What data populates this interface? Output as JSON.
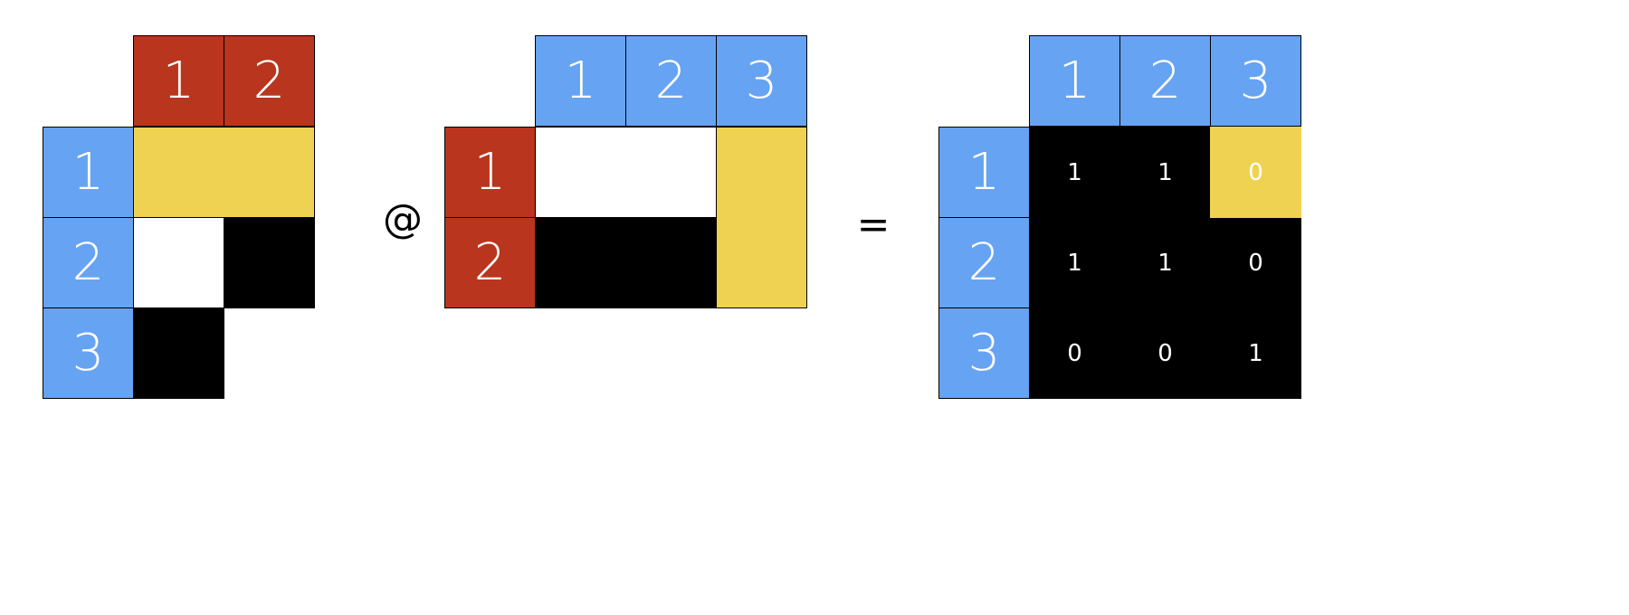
{
  "colors": {
    "blue": "#66a3f2",
    "red": "#b9351e",
    "yellow": "#f0d252",
    "black": "#000000",
    "white": "#ffffff"
  },
  "operators": {
    "matmul": "@",
    "equals": "="
  },
  "matrix_a": {
    "col_headers": [
      "1",
      "2"
    ],
    "row_headers": [
      "1",
      "2",
      "3"
    ]
  },
  "matrix_b": {
    "col_headers": [
      "1",
      "2",
      "3"
    ],
    "row_headers": [
      "1",
      "2"
    ]
  },
  "result": {
    "col_headers": [
      "1",
      "2",
      "3"
    ],
    "row_headers": [
      "1",
      "2",
      "3"
    ],
    "values": [
      [
        "1",
        "1",
        "0"
      ],
      [
        "1",
        "1",
        "0"
      ],
      [
        "0",
        "0",
        "1"
      ]
    ]
  }
}
